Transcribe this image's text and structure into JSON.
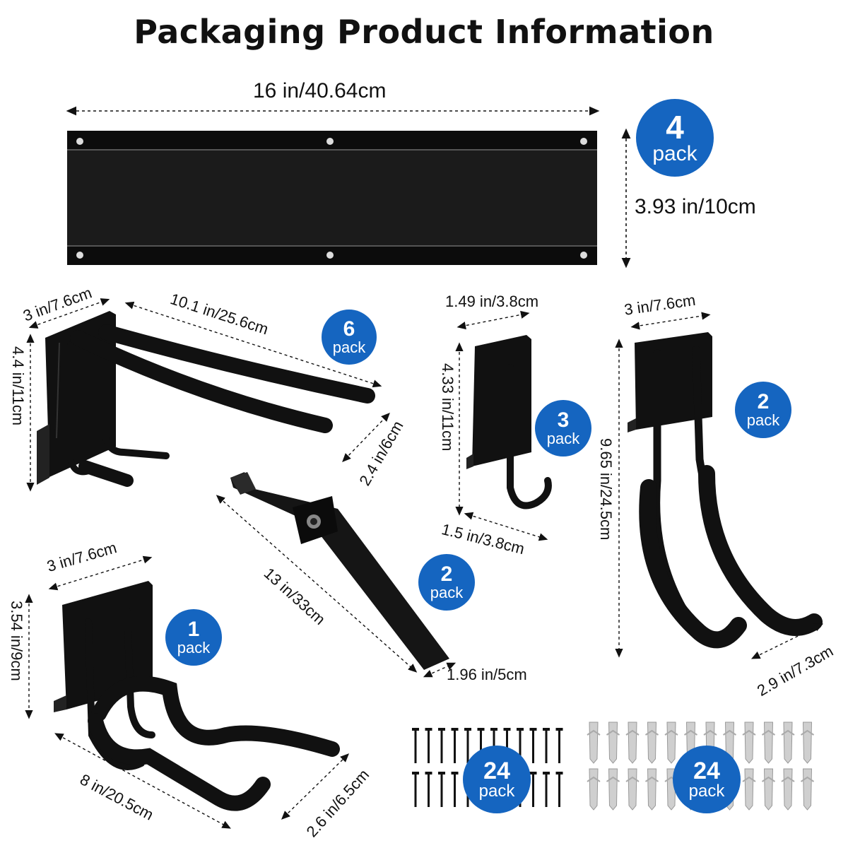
{
  "title": "Packaging Product Information",
  "accent_color": "#1565c0",
  "product_color": "#111111",
  "rail": {
    "width_label": "16 in/40.64cm",
    "height_label": "3.93 in/10cm",
    "badge": {
      "count": "4",
      "unit": "pack"
    }
  },
  "double_hook": {
    "depth_label": "3 in/7.6cm",
    "length_label": "10.1 in/25.6cm",
    "height_label": "4.4 in/11cm",
    "tip_label": "2.4 in/6cm",
    "badge": {
      "count": "6",
      "unit": "pack"
    }
  },
  "j_hook": {
    "width_label": "1.49 in/3.8cm",
    "height_label": "4.33 in/11cm",
    "depth_label": "1.5 in/3.8cm",
    "badge": {
      "count": "3",
      "unit": "pack"
    }
  },
  "big_u_hook": {
    "width_label": "3 in/7.6cm",
    "height_label": "9.65 in/24.5cm",
    "opening_label": "2.9 in/7.3cm",
    "badge": {
      "count": "2",
      "unit": "pack"
    }
  },
  "strap": {
    "length_label": "13 in/33cm",
    "width_label": "1.96 in/5cm",
    "badge": {
      "count": "2",
      "unit": "pack"
    }
  },
  "flat_hook": {
    "width_label": "3 in/7.6cm",
    "height_label": "3.54 in/9cm",
    "length_label": "8 in/20.5cm",
    "opening_label": "2.6 in/6.5cm",
    "badge": {
      "count": "1",
      "unit": "pack"
    }
  },
  "screws": {
    "badge": {
      "count": "24",
      "unit": "pack"
    }
  },
  "anchors": {
    "badge": {
      "count": "24",
      "unit": "pack"
    }
  }
}
